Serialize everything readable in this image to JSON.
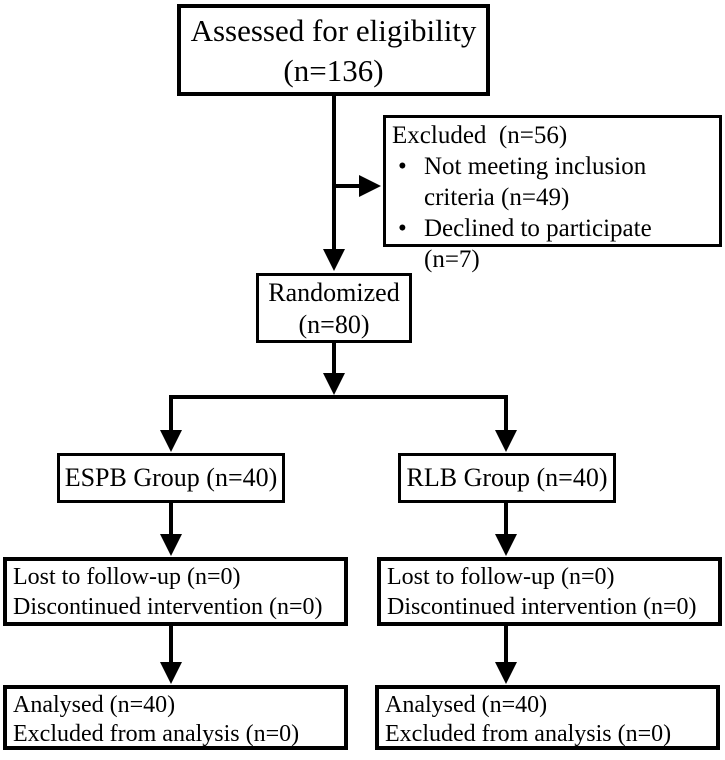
{
  "diagram_type": "consort-flowchart",
  "colors": {
    "background": "#ffffff",
    "line": "#000000",
    "box_border": "#000000",
    "text": "#000000"
  },
  "nodes": {
    "assessed": {
      "line1": "Assessed for eligibility",
      "line2": "(n=136)"
    },
    "excluded": {
      "title": "Excluded  (n=56)",
      "bullet_glyph": "•",
      "bullet_items": [
        "Not meeting inclusion criteria (n=49)",
        "Declined to participate (n=7)"
      ]
    },
    "randomized": {
      "line1": "Randomized",
      "line2": "(n=80)"
    },
    "espb_group": {
      "label": "ESPB Group (n=40)"
    },
    "rlb_group": {
      "label": "RLB Group (n=40)"
    },
    "espb_followup": {
      "line1": "Lost to follow-up (n=0)",
      "line2": "Discontinued intervention (n=0)"
    },
    "rlb_followup": {
      "line1": "Lost to follow-up (n=0)",
      "line2": "Discontinued intervention (n=0)"
    },
    "espb_analysed": {
      "line1": "Analysed (n=40)",
      "line2": "Excluded from analysis (n=0)"
    },
    "rlb_analysed": {
      "line1": "Analysed (n=40)",
      "line2": "Excluded from analysis (n=0)"
    }
  }
}
